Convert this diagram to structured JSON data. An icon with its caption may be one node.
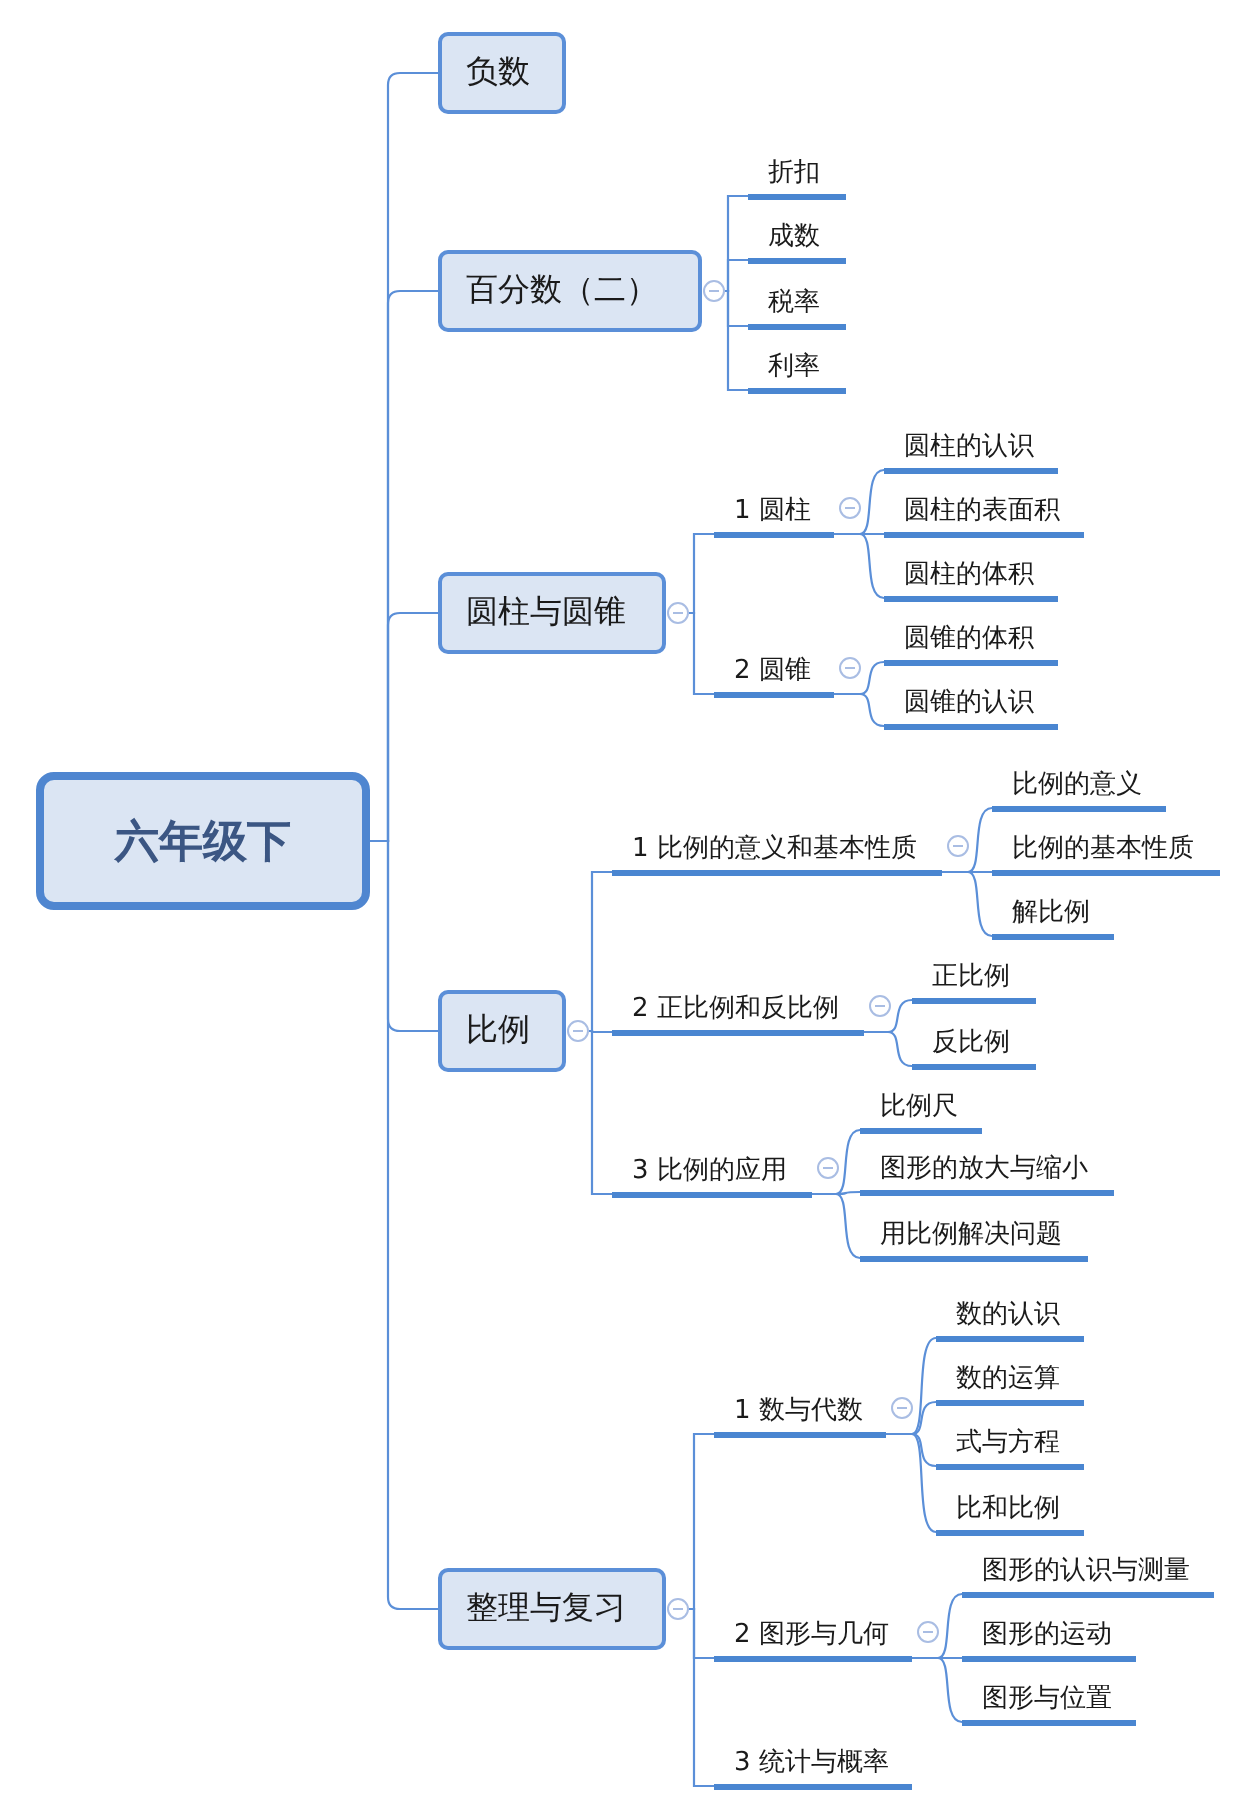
{
  "diagram": {
    "nodes": [
      {
        "text": [
          "六年级下"
        ]
      },
      {
        "text": [
          "负数"
        ]
      },
      {
        "text": [
          "百分数（二）"
        ]
      },
      {
        "text": [
          "折扣"
        ]
      },
      {
        "text": [
          "成数"
        ]
      },
      {
        "text": [
          "税率"
        ]
      },
      {
        "text": [
          "利率"
        ]
      },
      {
        "text": [
          "圆柱与圆锥"
        ]
      },
      {
        "text": [
          "1 圆柱"
        ]
      },
      {
        "text": [
          "圆柱的认识"
        ]
      },
      {
        "text": [
          "圆柱的表面积"
        ]
      },
      {
        "text": [
          "圆柱的体积"
        ]
      },
      {
        "text": [
          "2 圆锥"
        ]
      },
      {
        "text": [
          "圆锥的体积"
        ]
      },
      {
        "text": [
          "圆锥的认识"
        ]
      },
      {
        "text": [
          "比例"
        ]
      },
      {
        "text": [
          "1 比例的意义和基本性质"
        ]
      },
      {
        "text": [
          "比例的意义"
        ]
      },
      {
        "text": [
          "比例的基本性质"
        ]
      },
      {
        "text": [
          "解比例"
        ]
      },
      {
        "text": [
          "2 正比例和反比例"
        ]
      },
      {
        "text": [
          "正比例"
        ]
      },
      {
        "text": [
          "反比例"
        ]
      },
      {
        "text": [
          "3 比例的应用"
        ]
      },
      {
        "text": [
          "比例尺"
        ]
      },
      {
        "text": [
          "图形的放大与缩小"
        ]
      },
      {
        "text": [
          "用比例解决问题"
        ]
      },
      {
        "text": [
          "整理与复习"
        ]
      },
      {
        "text": [
          "1 数与代数"
        ]
      },
      {
        "text": [
          "数的认识"
        ]
      },
      {
        "text": [
          "数的运算"
        ]
      },
      {
        "text": [
          "式与方程"
        ]
      },
      {
        "text": [
          "比和比例"
        ]
      },
      {
        "text": [
          "2 图形与几何"
        ]
      },
      {
        "text": [
          "图形的认识与测量"
        ]
      },
      {
        "text": [
          "图形的运动"
        ]
      },
      {
        "text": [
          "图形与位置"
        ]
      },
      {
        "text": [
          "3 统计与概率"
        ]
      }
    ],
    "edges": [
      {
        "from": 0,
        "to": 1,
        "arrow": "none"
      },
      {
        "from": 0,
        "to": 2,
        "arrow": "none"
      },
      {
        "from": 0,
        "to": 7,
        "arrow": "none"
      },
      {
        "from": 0,
        "to": 15,
        "arrow": "none"
      },
      {
        "from": 0,
        "to": 27,
        "arrow": "none"
      },
      {
        "from": 2,
        "to": 3,
        "arrow": "none"
      },
      {
        "from": 2,
        "to": 4,
        "arrow": "none"
      },
      {
        "from": 2,
        "to": 5,
        "arrow": "none"
      },
      {
        "from": 2,
        "to": 6,
        "arrow": "none"
      },
      {
        "from": 7,
        "to": 8,
        "arrow": "none"
      },
      {
        "from": 8,
        "to": 9,
        "arrow": "none"
      },
      {
        "from": 8,
        "to": 10,
        "arrow": "none"
      },
      {
        "from": 8,
        "to": 11,
        "arrow": "none"
      },
      {
        "from": 7,
        "to": 12,
        "arrow": "none"
      },
      {
        "from": 12,
        "to": 13,
        "arrow": "none"
      },
      {
        "from": 12,
        "to": 14,
        "arrow": "none"
      },
      {
        "from": 15,
        "to": 16,
        "arrow": "none"
      },
      {
        "from": 16,
        "to": 17,
        "arrow": "none"
      },
      {
        "from": 16,
        "to": 18,
        "arrow": "none"
      },
      {
        "from": 16,
        "to": 19,
        "arrow": "none"
      },
      {
        "from": 15,
        "to": 20,
        "arrow": "none"
      },
      {
        "from": 20,
        "to": 21,
        "arrow": "none"
      },
      {
        "from": 20,
        "to": 22,
        "arrow": "none"
      },
      {
        "from": 15,
        "to": 23,
        "arrow": "none"
      },
      {
        "from": 23,
        "to": 24,
        "arrow": "none"
      },
      {
        "from": 23,
        "to": 25,
        "arrow": "none"
      },
      {
        "from": 23,
        "to": 26,
        "arrow": "none"
      },
      {
        "from": 27,
        "to": 28,
        "arrow": "none"
      },
      {
        "from": 28,
        "to": 29,
        "arrow": "none"
      },
      {
        "from": 28,
        "to": 30,
        "arrow": "none"
      },
      {
        "from": 28,
        "to": 31,
        "arrow": "none"
      },
      {
        "from": 28,
        "to": 32,
        "arrow": "none"
      },
      {
        "from": 27,
        "to": 33,
        "arrow": "none"
      },
      {
        "from": 33,
        "to": 34,
        "arrow": "none"
      },
      {
        "from": 33,
        "to": 35,
        "arrow": "none"
      },
      {
        "from": 33,
        "to": 36,
        "arrow": "none"
      },
      {
        "from": 27,
        "to": 37,
        "arrow": "none"
      }
    ]
  }
}
